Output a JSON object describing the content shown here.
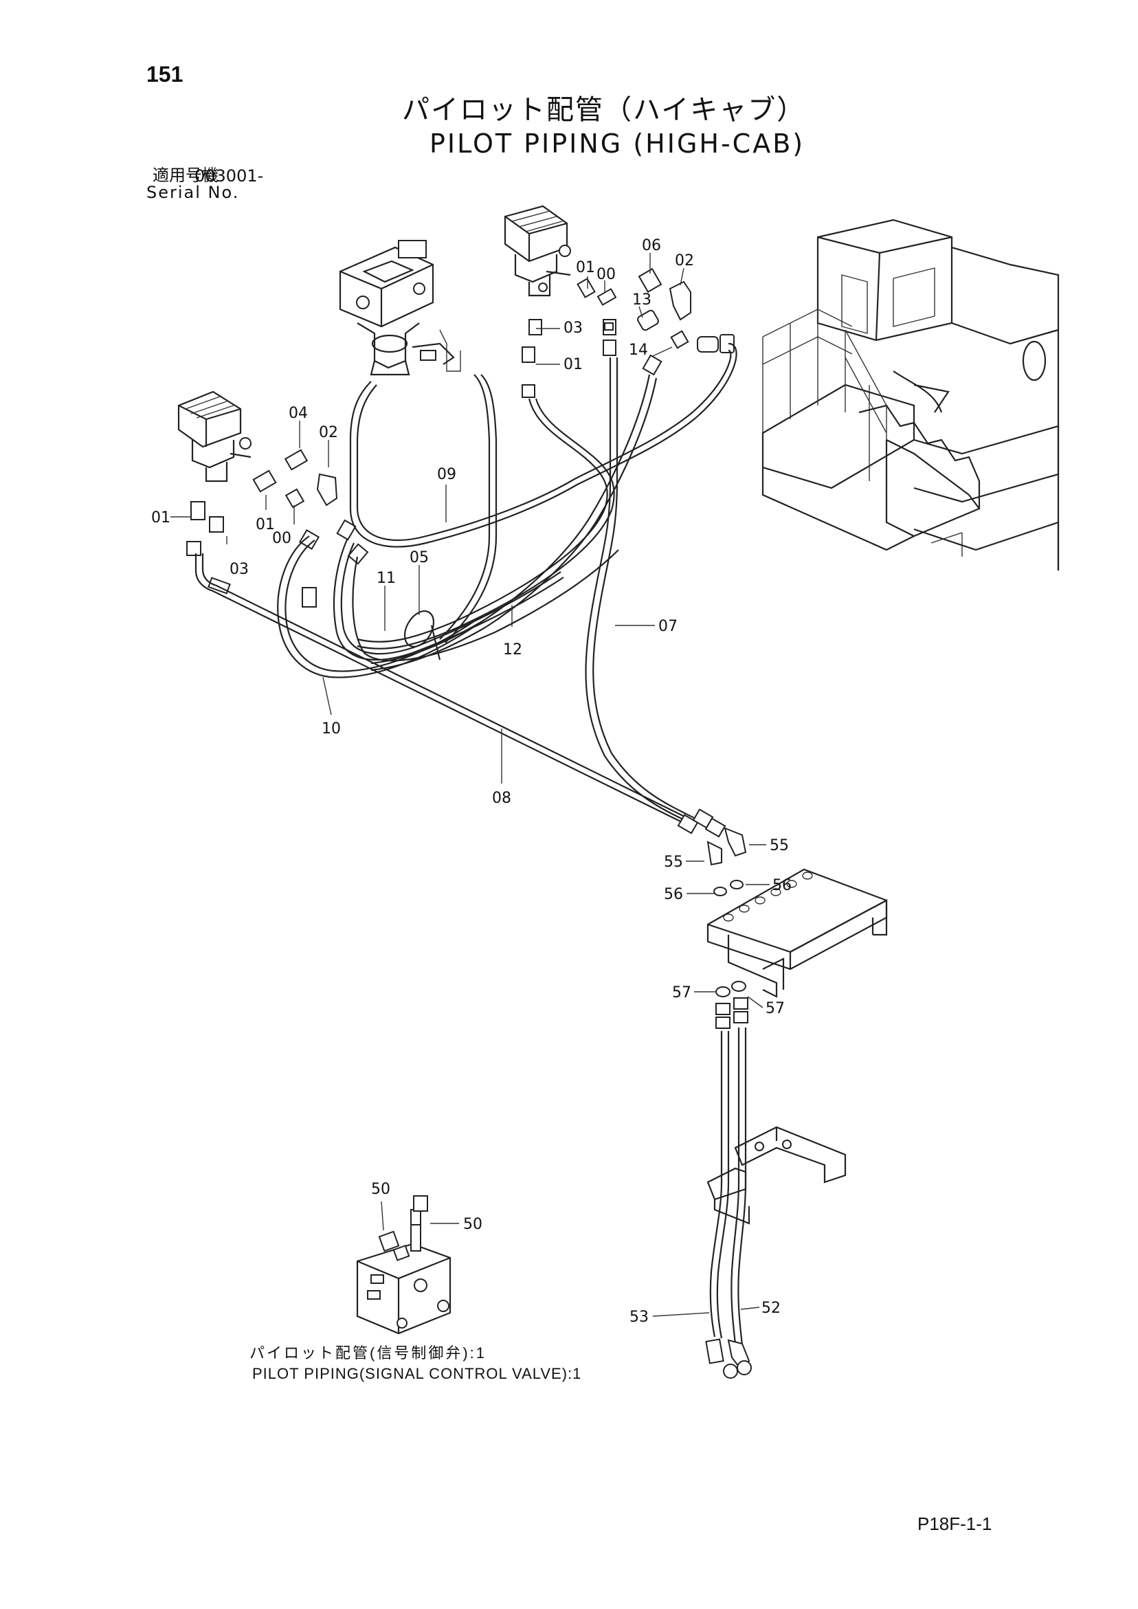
{
  "page": {
    "number": "151",
    "code": "P18F-1-1"
  },
  "title": {
    "japanese": "パイロット配管（ハイキャブ）",
    "english": "PILOT PIPING (HIGH-CAB)"
  },
  "serial": {
    "label_ja": "適用号機",
    "number": "003001-",
    "label_en": "Serial No."
  },
  "caption": {
    "japanese": "パイロット配管(信号制御弁):1",
    "english": "PILOT PIPING(SIGNAL CONTROL VALVE):1"
  },
  "callouts": {
    "c06": "06",
    "c02_top": "02",
    "c01_top": "01",
    "c00_top": "00",
    "c13": "13",
    "c03_top": "03",
    "c01_mid": "01",
    "c14": "14",
    "c04": "04",
    "c02_left": "02",
    "c01_left": "01",
    "c01_left2": "01",
    "c00_left": "00",
    "c03_left": "03",
    "c09": "09",
    "c11": "11",
    "c05": "05",
    "c12": "12",
    "c07": "07",
    "c10": "10",
    "c08": "08",
    "c55_right": "55",
    "c55_left": "55",
    "c56_left": "56",
    "c56_right": "56",
    "c57_left": "57",
    "c57_right": "57",
    "c53": "53",
    "c52": "52",
    "c50_top": "50",
    "c50_right": "50"
  }
}
